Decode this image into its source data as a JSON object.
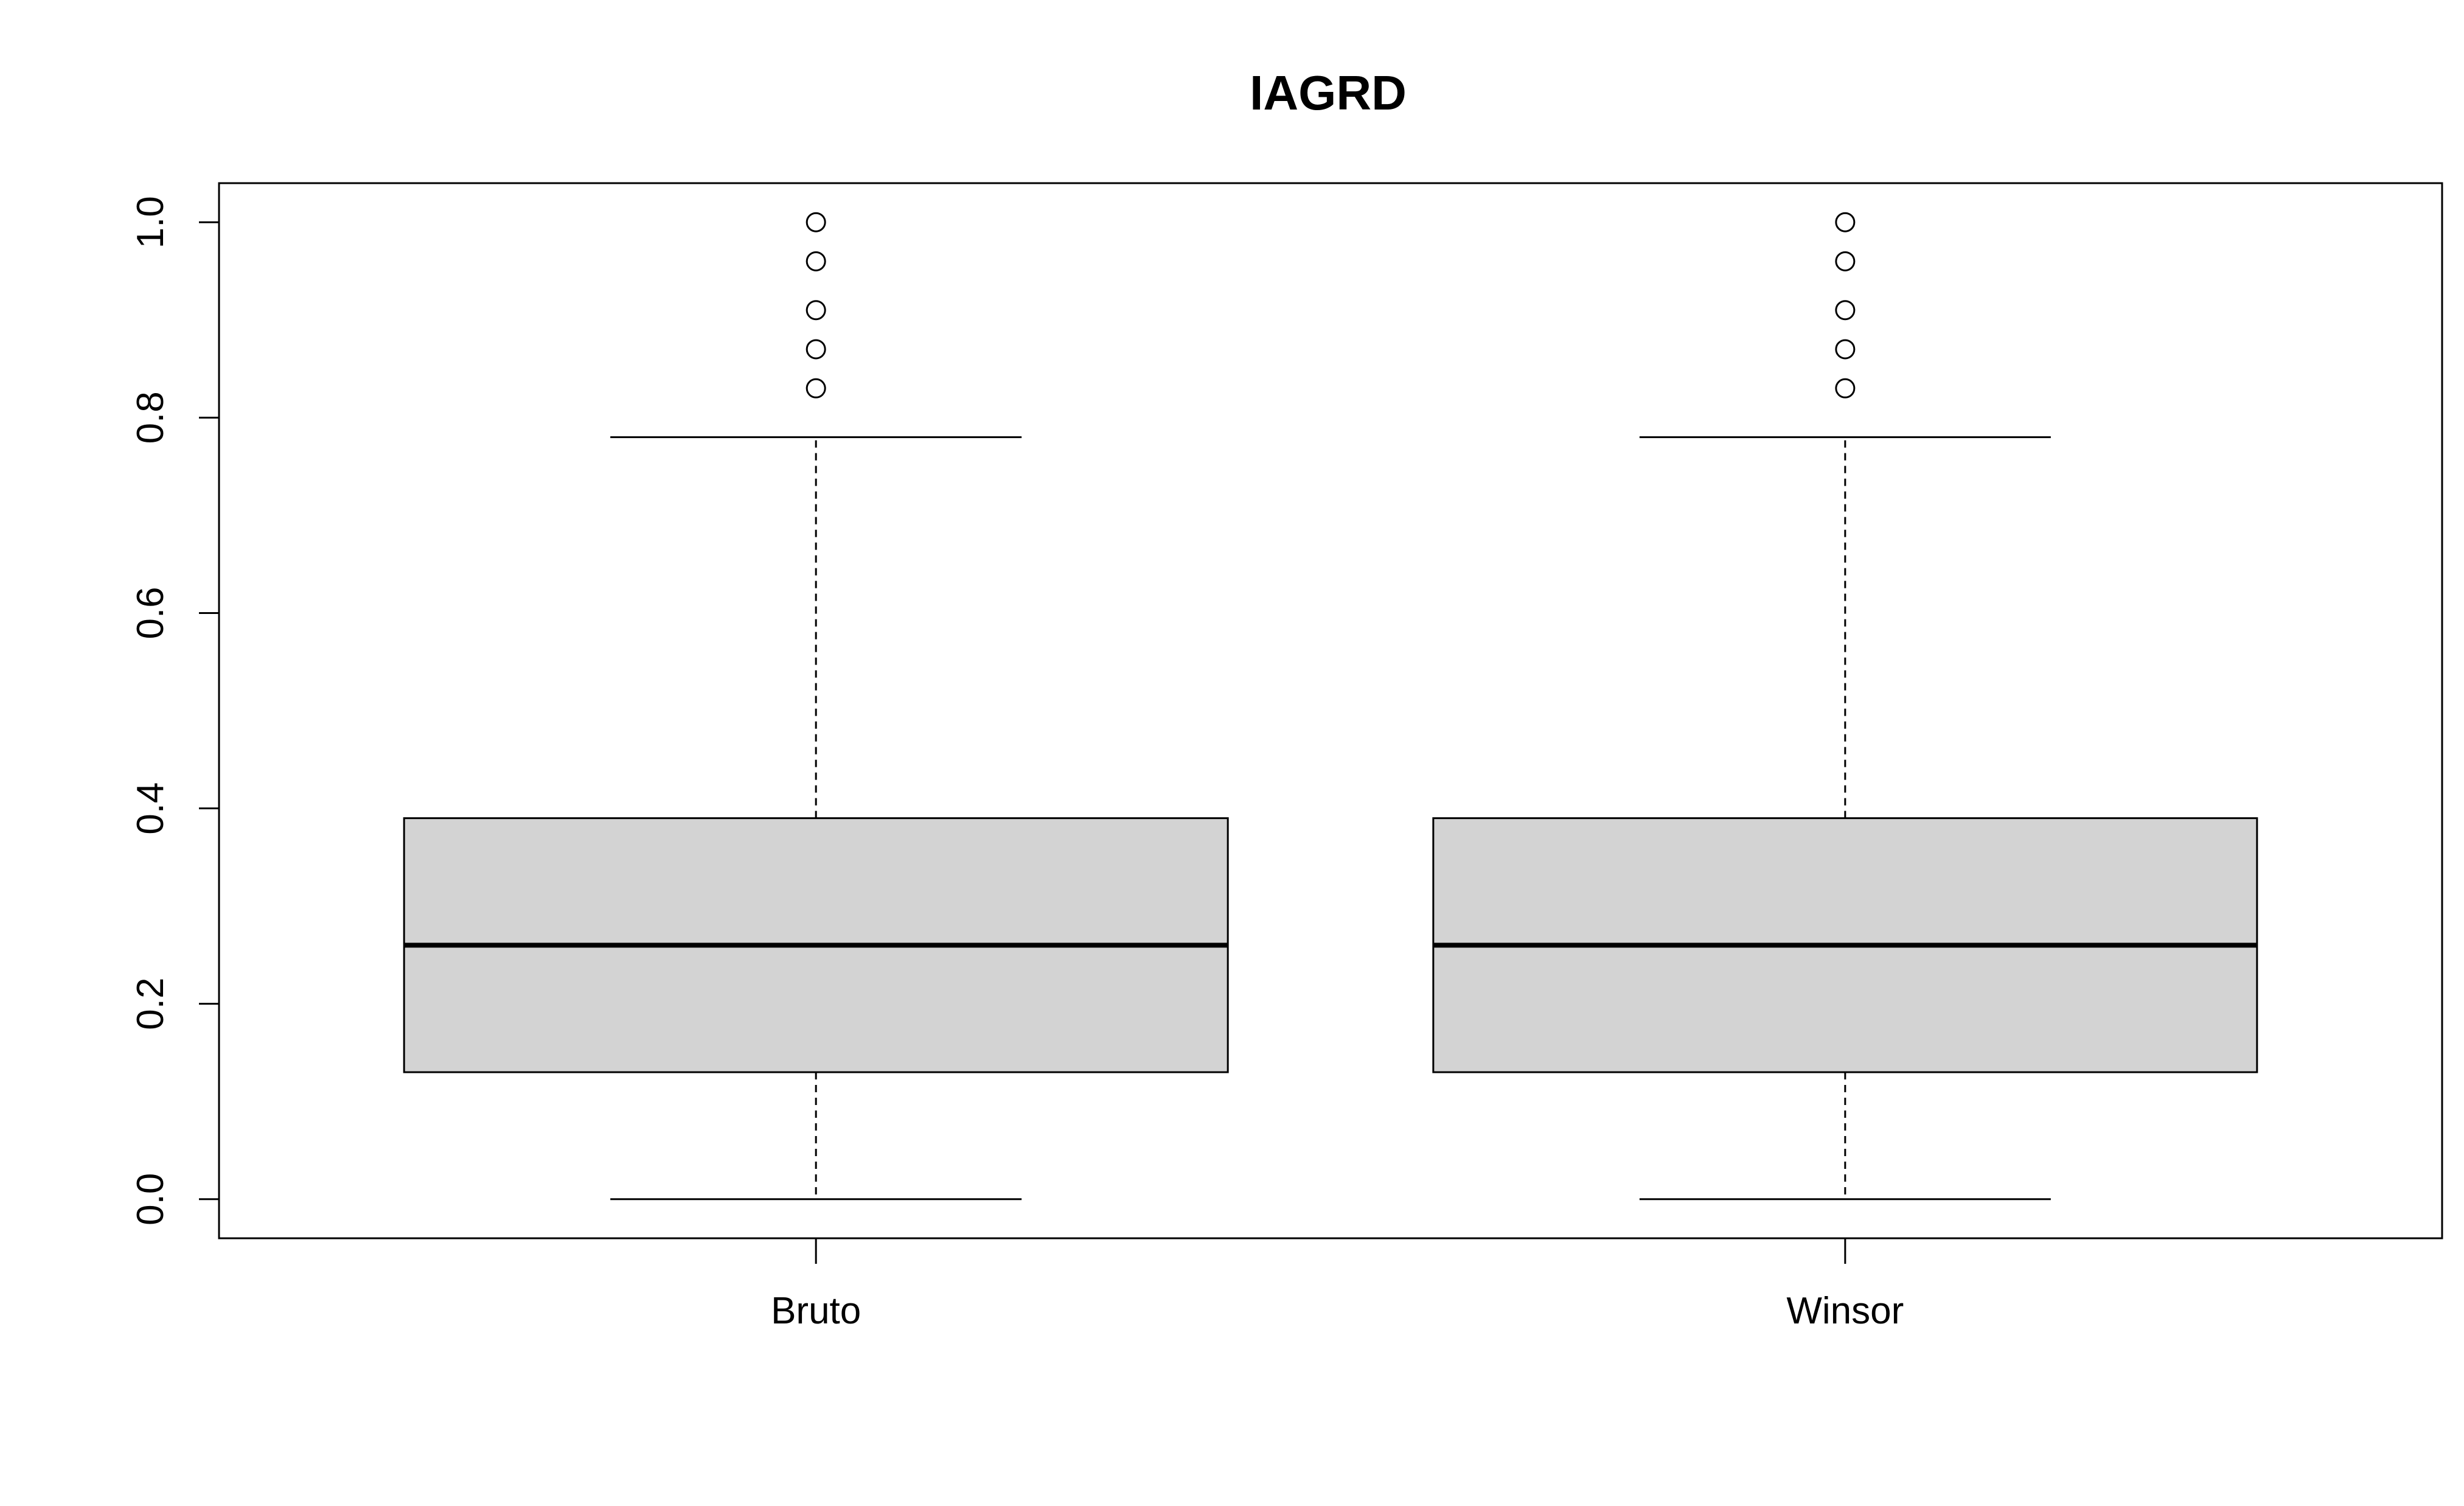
{
  "chart_data": {
    "type": "boxplot",
    "title": "IAGRD",
    "xlabel": "",
    "ylabel": "",
    "ylim": [
      -0.04,
      1.04
    ],
    "yticks": [
      0.0,
      0.2,
      0.4,
      0.6,
      0.8,
      1.0
    ],
    "ytick_labels": [
      "0.0",
      "0.2",
      "0.4",
      "0.6",
      "0.8",
      "1.0"
    ],
    "grid": false,
    "categories": [
      "Bruto",
      "Winsor"
    ],
    "boxes": [
      {
        "name": "Bruto",
        "whisker_low": 0.0,
        "q1": 0.13,
        "median": 0.26,
        "q3": 0.39,
        "whisker_high": 0.78,
        "outliers": [
          0.83,
          0.87,
          0.91,
          0.96,
          1.0
        ]
      },
      {
        "name": "Winsor",
        "whisker_low": 0.0,
        "q1": 0.13,
        "median": 0.26,
        "q3": 0.39,
        "whisker_high": 0.78,
        "outliers": [
          0.83,
          0.87,
          0.91,
          0.96,
          1.0
        ]
      }
    ],
    "colors": {
      "box_fill": "#d3d3d3",
      "line": "#000000",
      "background": "#ffffff"
    }
  }
}
